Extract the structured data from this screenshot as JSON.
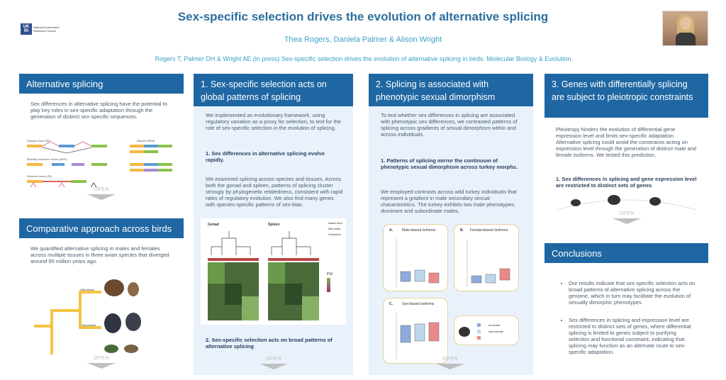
{
  "header": {
    "title": "Sex-specific selection drives the evolution of alternative splicing",
    "authors": "Thea Rogers, Daniela Palmer & Alison Wright",
    "citation": "Rogers T, Palmer DH & Wright AE (in press) Sex-specific selection drives the evolution of alternative splicing in birds. Molecular Biology & Evolution",
    "logo_mark": "UK RI",
    "logo_text": "Natural Environment Research Council"
  },
  "col1": {
    "heading": "Alternative splicing",
    "text": "Sex differences in alternative splicing have the potential to play key roles in sex-specific adaptation through the generation of distinct sex-specific sequences.",
    "diagram_labels": [
      "Skipped exon (SE)",
      "Mature mRNA",
      "Mutually exclusive exons (MXE)",
      "Retained intron (RI)"
    ],
    "open_label": "OPEN",
    "heading2": "Comparative approach across birds",
    "text2": "We quantified alternative splicing in males and females across multiple tissues in three avian species that diverged around 90 million years ago.",
    "tree_labels": [
      "Wild turkey",
      "Guineafowl"
    ],
    "open_label2": "OPEN"
  },
  "col2": {
    "heading": "1. Sex-specific selection acts on global patterns of splicing",
    "text": "We implemented an evolutionary framework, using regulatory variation as a proxy for selection, to test for the role of sex-specific selection in the evolution of splicing.",
    "sub1": "1. Sex differences in alternative splicing evolve rapidly.",
    "text2": "We examined splicing across species and tissues. Across both the gonad and spleen, patterns of splicing cluster strongly by phylogenetic relatedness, consistent with rapid rates of regulatory evolution. We also find many genes with species-specific patterns of sex-bias.",
    "fig_gonad": "Gonad",
    "fig_spleen": "Spleen",
    "fig_legend": [
      "Mallard duck",
      "Wild turkey",
      "Guineafowl"
    ],
    "fig_psi": "PSI",
    "sub2": "2. Sex-specific selection acts on broad patterns of alternative splicing",
    "open_label": "OPEN"
  },
  "col3": {
    "heading": "2. Splicing is associated with phenotypic sexual dimorphism",
    "text": "To test whether sex differences in splicing are associated with phenotypic sex differences, we contrasted patterns of splicing across gradients of sexual dimorphism within and across individuals.",
    "sub1": "1. Patterns of splicing mirror the continuum of phenotypic sexual dimorphism across turkey morphs.",
    "text2": "We employed contrasts across wild turkey individuals that represent a gradient in male secondary sexual characteristics. The turkey exhibits two male phenotypes; dominant and subordinate males.",
    "plot_a": "A.",
    "plot_a_title": "Male-biased isoforms",
    "plot_b": "B.",
    "plot_b_title": "Female-biased isoforms",
    "plot_c": "C.",
    "plot_c_title": "Sex-biased isoforms",
    "legend_items": [
      "dominant",
      "subordinate"
    ],
    "open_label": "OPEN"
  },
  "col4": {
    "heading": "3. Genes with differentially splicing are subject to pleiotropic constraints",
    "text": "Pleiotropy hinders the evolution of differential gene expression level and limits sex-specific adaptation. Alternative splicing could avoid the constraints acting on expression level through the generation of distinct male and female isoforms. We tested this prediction.",
    "sub1": "1. Sex differences in splicing and gene expression level are restricted to distinct sets of genes",
    "open_label": "OPEN",
    "heading2": "Conclusions",
    "bullets": [
      "Our results indicate that sex-specific selection acts on broad patterns of alternative splicing across the genome, which in turn may facilitate the evolution of sexually dimorphic phenotypes.",
      "Sex differences in splicing and expression level are restricted to distinct sets of genes, where differential splicing is limited to genes subject to purifying selection and functional constraint, indicating that splicing may function as an alternate route to sex-specific adaptation."
    ]
  },
  "colors": {
    "accent": "#1f67a3",
    "title": "#2b6f9e",
    "subtitle": "#3ba0c8",
    "panel": "#e9f2fb",
    "male": "#5b7fb3",
    "female": "#c0504d"
  }
}
